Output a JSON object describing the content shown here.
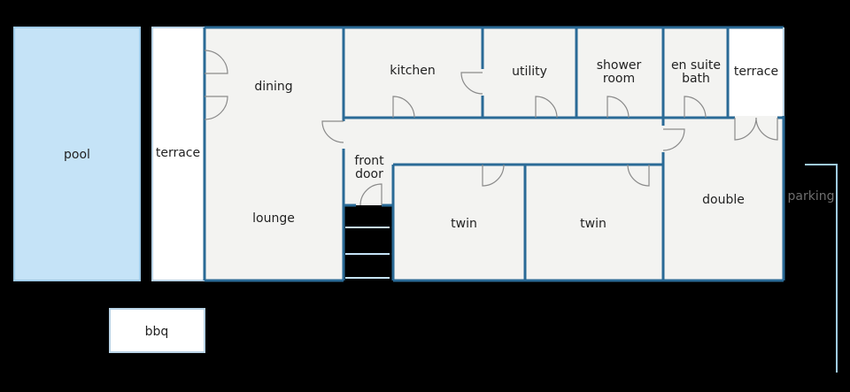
{
  "labels": {
    "pool": "pool",
    "terrace_west": "terrace",
    "dining": "dining",
    "kitchen": "kitchen",
    "utility": "utility",
    "shower_room_line1": "shower",
    "shower_room_line2": "room",
    "en_suite_line1": "en suite",
    "en_suite_line2": "bath",
    "terrace_east": "terrace",
    "front_door_line1": "front",
    "front_door_line2": "door",
    "lounge": "lounge",
    "twin_1": "twin",
    "twin_2": "twin",
    "double": "double",
    "parking": "parking",
    "bbq": "bbq"
  },
  "colors": {
    "background": "#000000",
    "walls": "#2a6a96",
    "room_floor": "#f3f3f1",
    "pool_water": "#c5e3f7",
    "terrace": "#ffffff",
    "parking_text": "#6e6e6e",
    "stair_lines": "#c5e3f7"
  }
}
